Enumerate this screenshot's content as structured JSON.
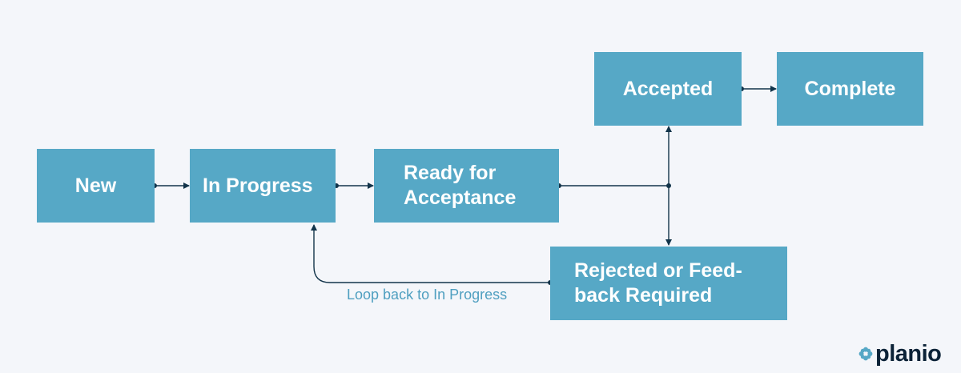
{
  "diagram": {
    "nodes": {
      "new": {
        "lines": [
          "New"
        ]
      },
      "in_progress": {
        "lines": [
          "In Progress"
        ]
      },
      "ready": {
        "lines": [
          "Ready for",
          "Acceptance"
        ]
      },
      "accepted": {
        "lines": [
          "Accepted"
        ]
      },
      "complete": {
        "lines": [
          "Complete"
        ]
      },
      "rejected": {
        "lines": [
          "Rejected or Feed-",
          "back Required"
        ]
      }
    },
    "edges": [
      {
        "from": "New",
        "to": "In Progress"
      },
      {
        "from": "In Progress",
        "to": "Ready for Acceptance"
      },
      {
        "from": "Ready for Acceptance",
        "to": "Accepted"
      },
      {
        "from": "Ready for Acceptance",
        "to": "Rejected or Feedback Required"
      },
      {
        "from": "Accepted",
        "to": "Complete"
      },
      {
        "from": "Rejected or Feedback Required",
        "to": "In Progress",
        "label": "Loop back to In Progress"
      }
    ],
    "loop_label": "Loop back to In Progress"
  },
  "brand": {
    "logo_text": "planio",
    "logo_icon": "planio-flower-icon"
  },
  "colors": {
    "background": "#f4f6fa",
    "node_fill": "#56a8c6",
    "node_text": "#ffffff",
    "connector": "#12344a",
    "loop_label": "#4f9fc0",
    "logo_text": "#0b2237"
  }
}
